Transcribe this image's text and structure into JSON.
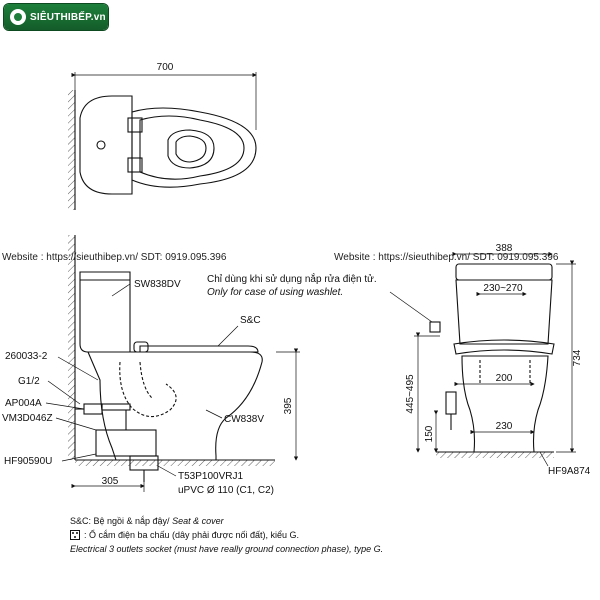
{
  "logo": {
    "text": "SIÊUTHIBẾP.vn"
  },
  "watermarks": {
    "left": "Website : https://sieuthibep.vn/  SDT: 0919.095.396",
    "right": "Website : https://sieuthibep.vn/  SDT: 0919.095.396"
  },
  "top_view": {
    "width_dim": "700"
  },
  "side_view": {
    "parts": {
      "tank": "SW838DV",
      "seat": "S&C",
      "bowl": "CW838V",
      "valve": "260033-2",
      "inlet": "G1/2",
      "stop": "AP004A",
      "hose": "VM3D046Z",
      "flange": "HF90590U",
      "drain": "T53P100VRJ1",
      "pipe": "uPVC Ø 110 (C1, C2)"
    },
    "dims": {
      "height": "395",
      "rough_in": "305"
    }
  },
  "front_view": {
    "note_vi": "Chỉ dùng khi sử dụng nắp rửa điện tử.",
    "note_en": "Only for case of using washlet.",
    "flange": "HF9A874",
    "dims": {
      "width": "388",
      "top_span": "230~270",
      "total_height": "734",
      "outlet_height": "445~495",
      "mid_span": "200",
      "low_height": "150",
      "base_span": "230"
    }
  },
  "legend": {
    "line1_vi": "S&C: Bệ ngồi & nắp đậy/",
    "line1_en": "Seat & cover",
    "line2_vi": ": Ổ cắm điện ba chấu (dây phải được nối đất), kiểu G.",
    "line3_en": "Electrical 3 outlets socket (must have really ground connection phase), type G."
  }
}
